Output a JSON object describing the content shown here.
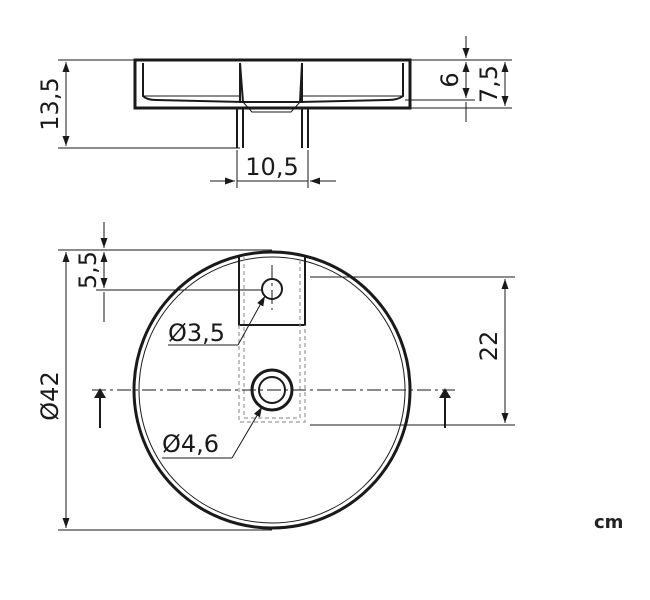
{
  "drawing": {
    "dimensions": {
      "top_height": "13,5",
      "bowl_depth": "6",
      "total_depth": "7,5",
      "drain_width": "10,5",
      "tap_offset": "5,5",
      "diameter": "Ø42",
      "drain_offset": "22",
      "tap_hole": "Ø3,5",
      "drain_hole": "Ø4,6"
    },
    "unit": "cm"
  }
}
